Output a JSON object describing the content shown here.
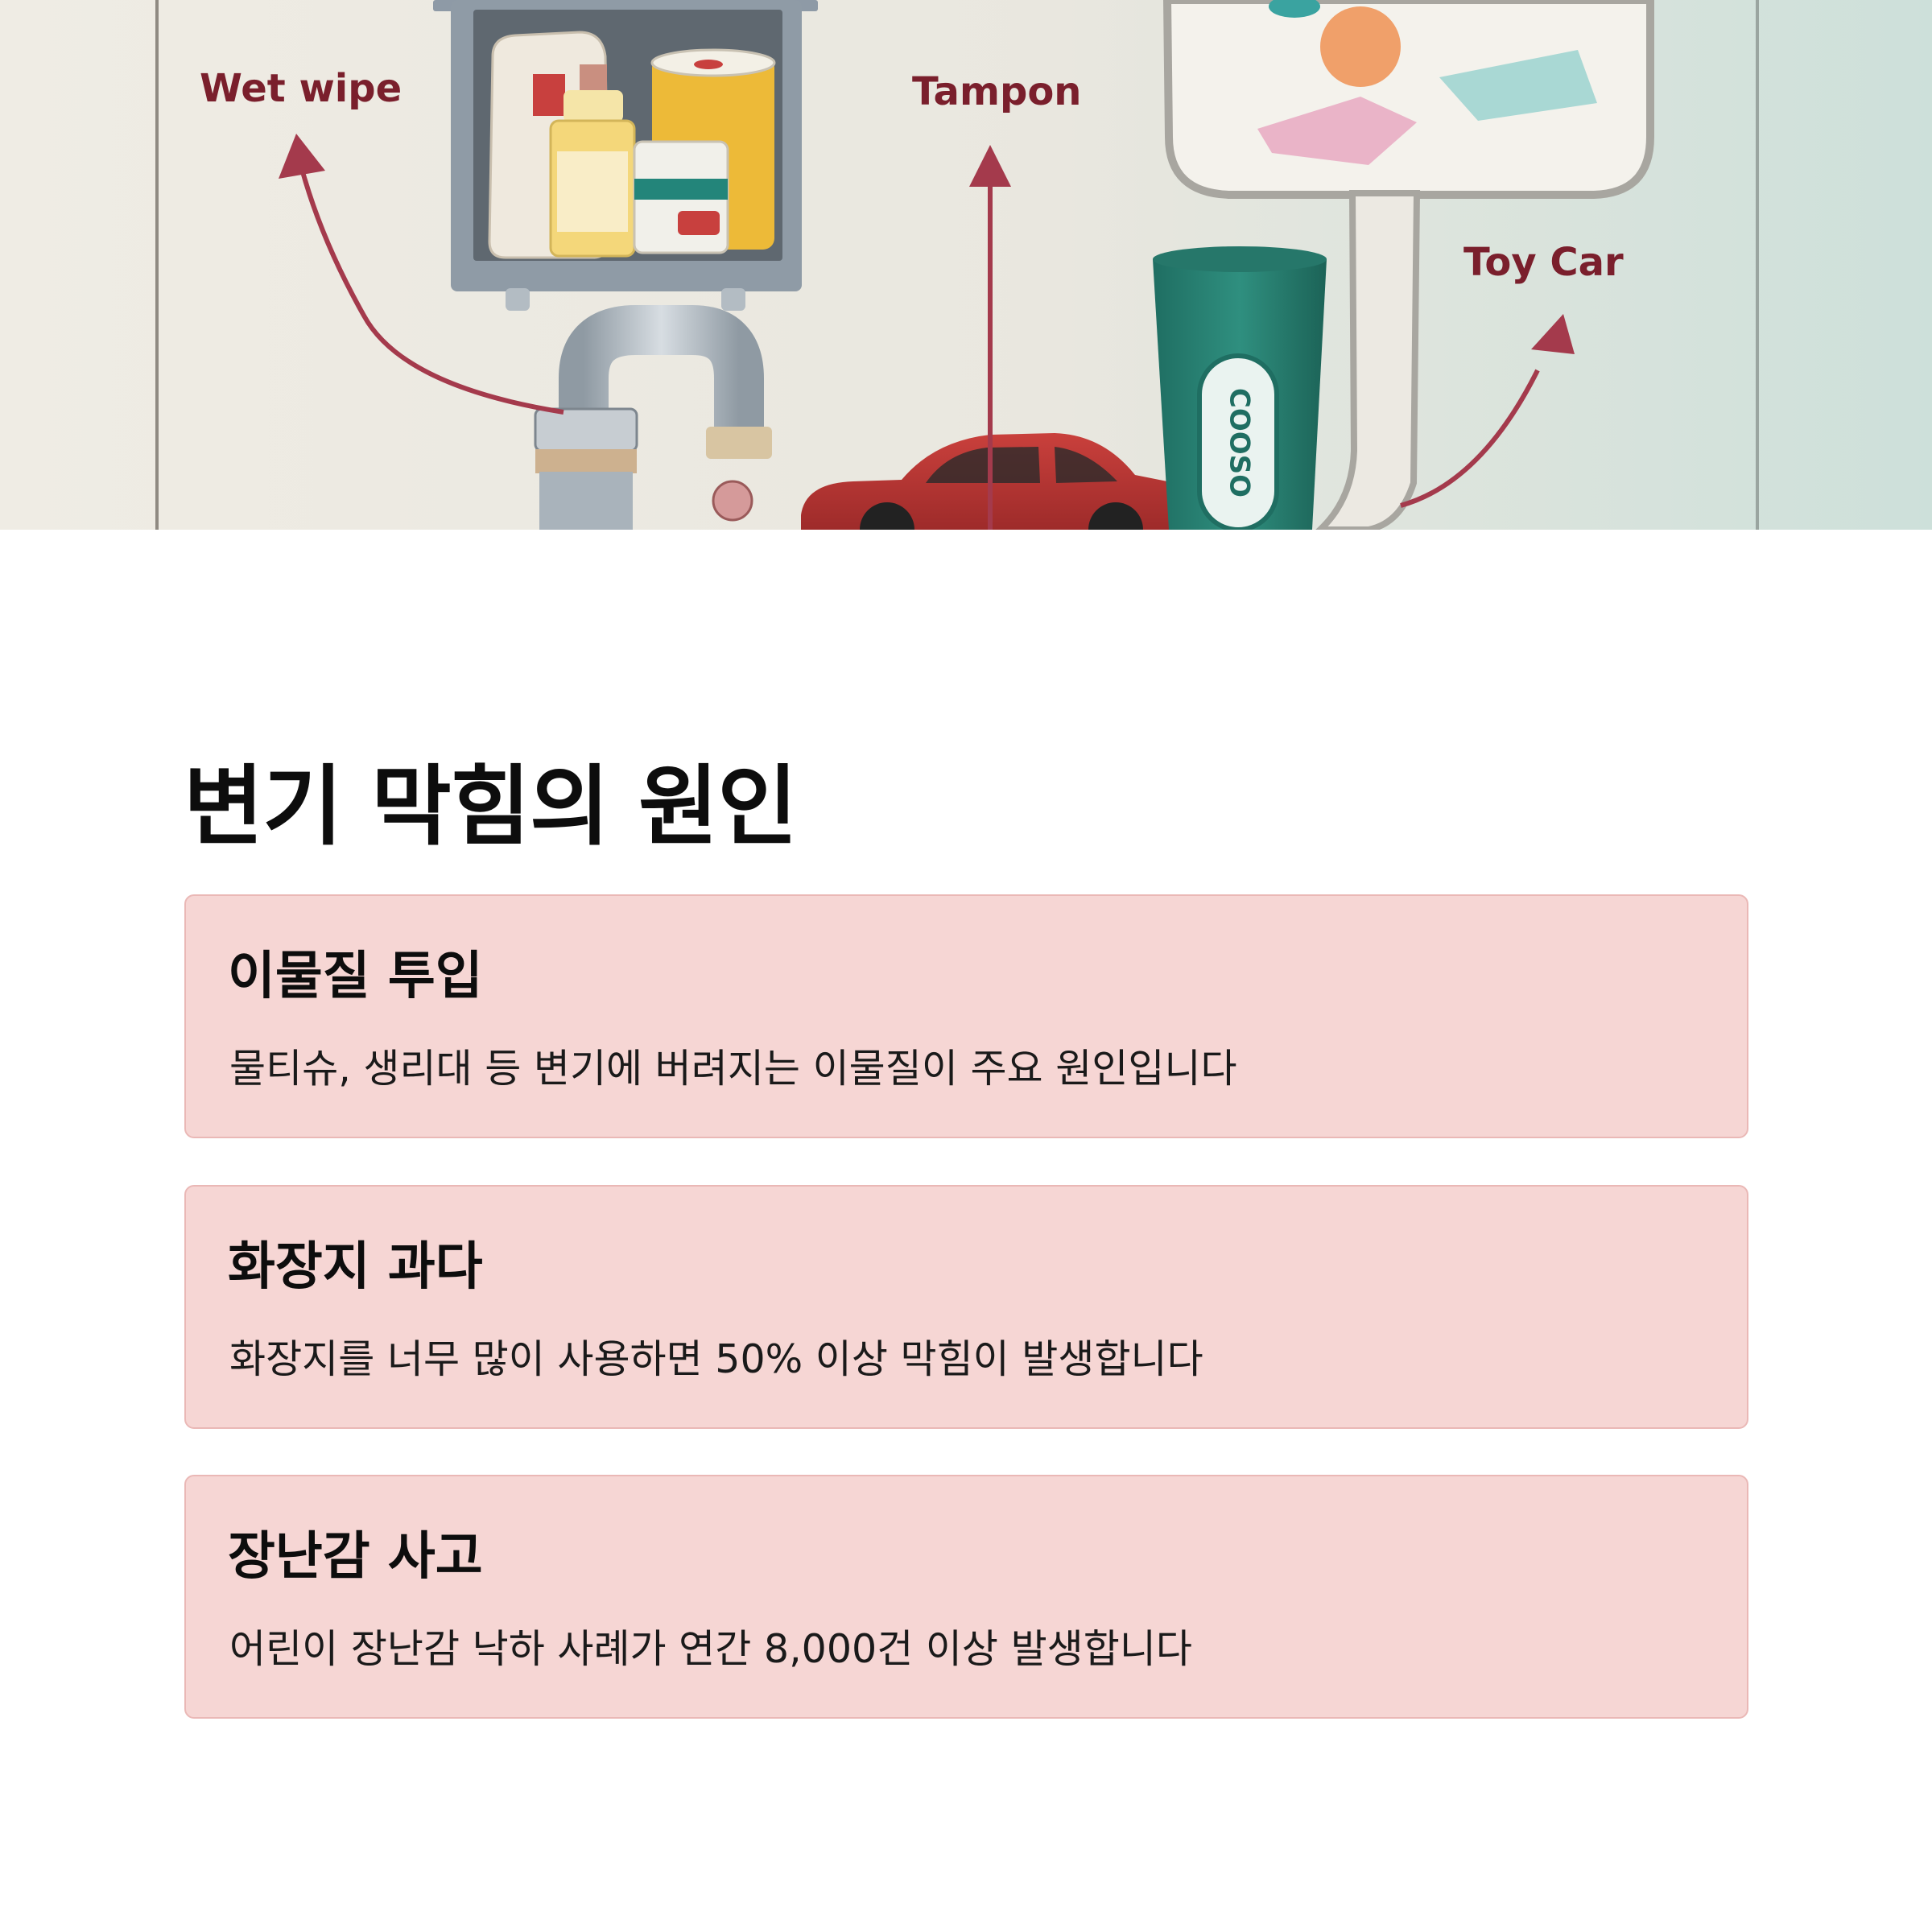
{
  "hero": {
    "labels": {
      "wet_wipe": "Wet wipe",
      "tampon": "Tampon",
      "toy_car": "Toy Car"
    },
    "cup_text": "COOSO",
    "colors": {
      "label": "#7a1f2c",
      "arrow": "#a43a4c",
      "wall": "#ece8df",
      "wall_right": "#cfe0db"
    }
  },
  "section": {
    "title": "변기 막힘의 원인"
  },
  "cards": [
    {
      "title": "이물질 투입",
      "desc": "물티슈, 생리대 등 변기에 버려지는 이물질이 주요 원인입니다"
    },
    {
      "title": "화장지 과다",
      "desc": "화장지를 너무 많이 사용하면 50% 이상 막힘이 발생합니다"
    },
    {
      "title": "장난감 사고",
      "desc": "어린이 장난감 낙하 사례가 연간 8,000건 이상 발생합니다"
    }
  ],
  "colors": {
    "card_bg": "#f6d6d4",
    "card_border": "#eab8b6",
    "text": "#111111"
  }
}
